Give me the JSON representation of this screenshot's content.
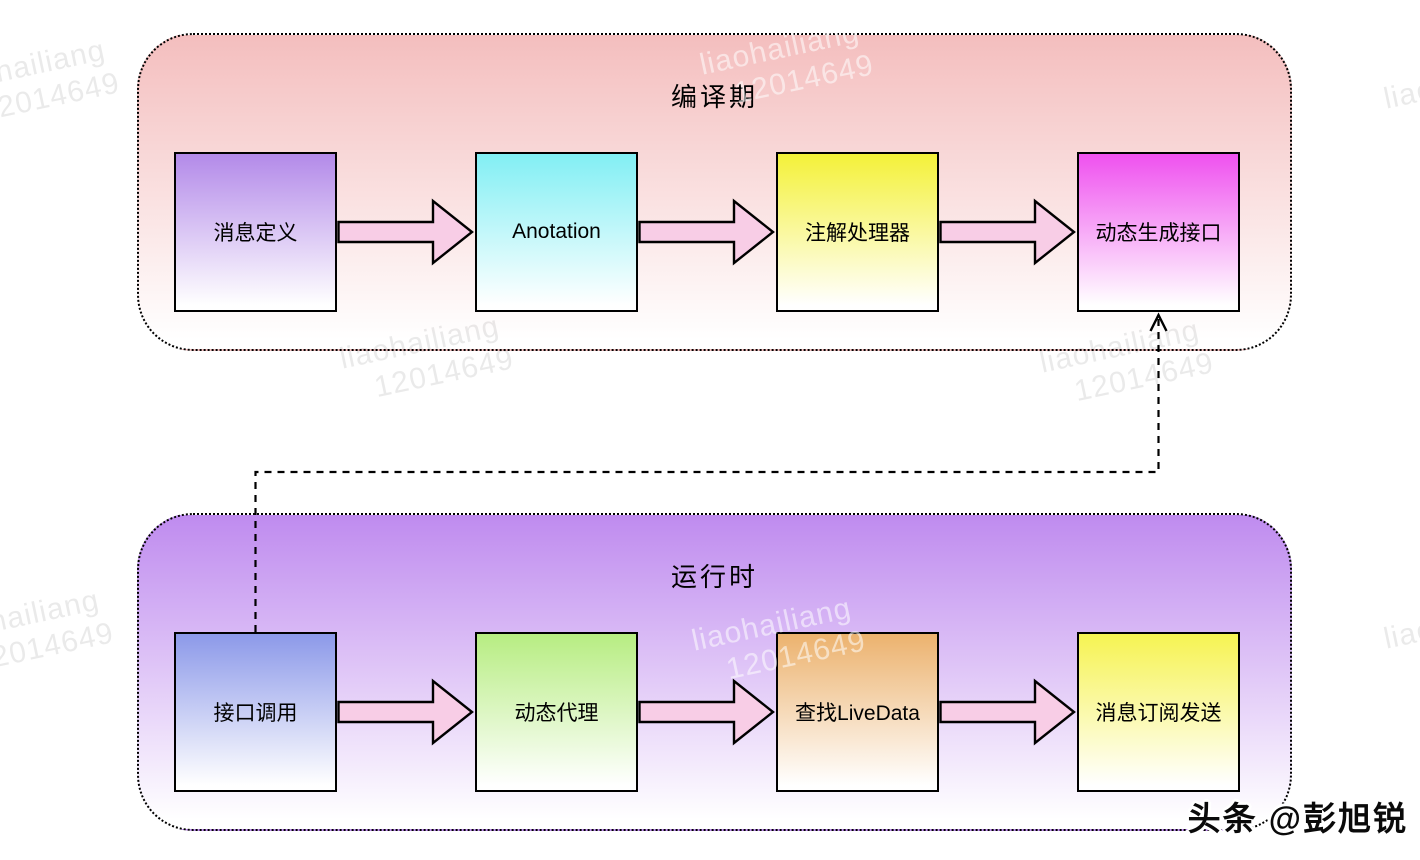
{
  "phases": [
    {
      "title": "编译期",
      "top_color": "#f4bebe",
      "nodes": [
        {
          "label": "消息定义",
          "top_color": "#b38ae9"
        },
        {
          "label": "Anotation",
          "top_color": "#82eff4"
        },
        {
          "label": "注解处理器",
          "top_color": "#f4f139"
        },
        {
          "label": "动态生成接口",
          "top_color": "#ef51ef"
        }
      ]
    },
    {
      "title": "运行时",
      "top_color": "#bf8bef",
      "nodes": [
        {
          "label": "接口调用",
          "top_color": "#8c99e9"
        },
        {
          "label": "动态代理",
          "top_color": "#b7ed82"
        },
        {
          "label": "查找LiveData",
          "top_color": "#ecb26e"
        },
        {
          "label": "消息订阅发送",
          "top_color": "#f6f352"
        }
      ]
    }
  ],
  "connector": {
    "style": "dashed",
    "from": "接口调用",
    "to": "动态生成接口"
  },
  "watermark": {
    "line1": "liaohailiang",
    "line2": "12014649"
  },
  "credit": "头条 @彭旭锐",
  "colors": {
    "arrow_fill": "#f8cde6",
    "outline": "#000000"
  }
}
